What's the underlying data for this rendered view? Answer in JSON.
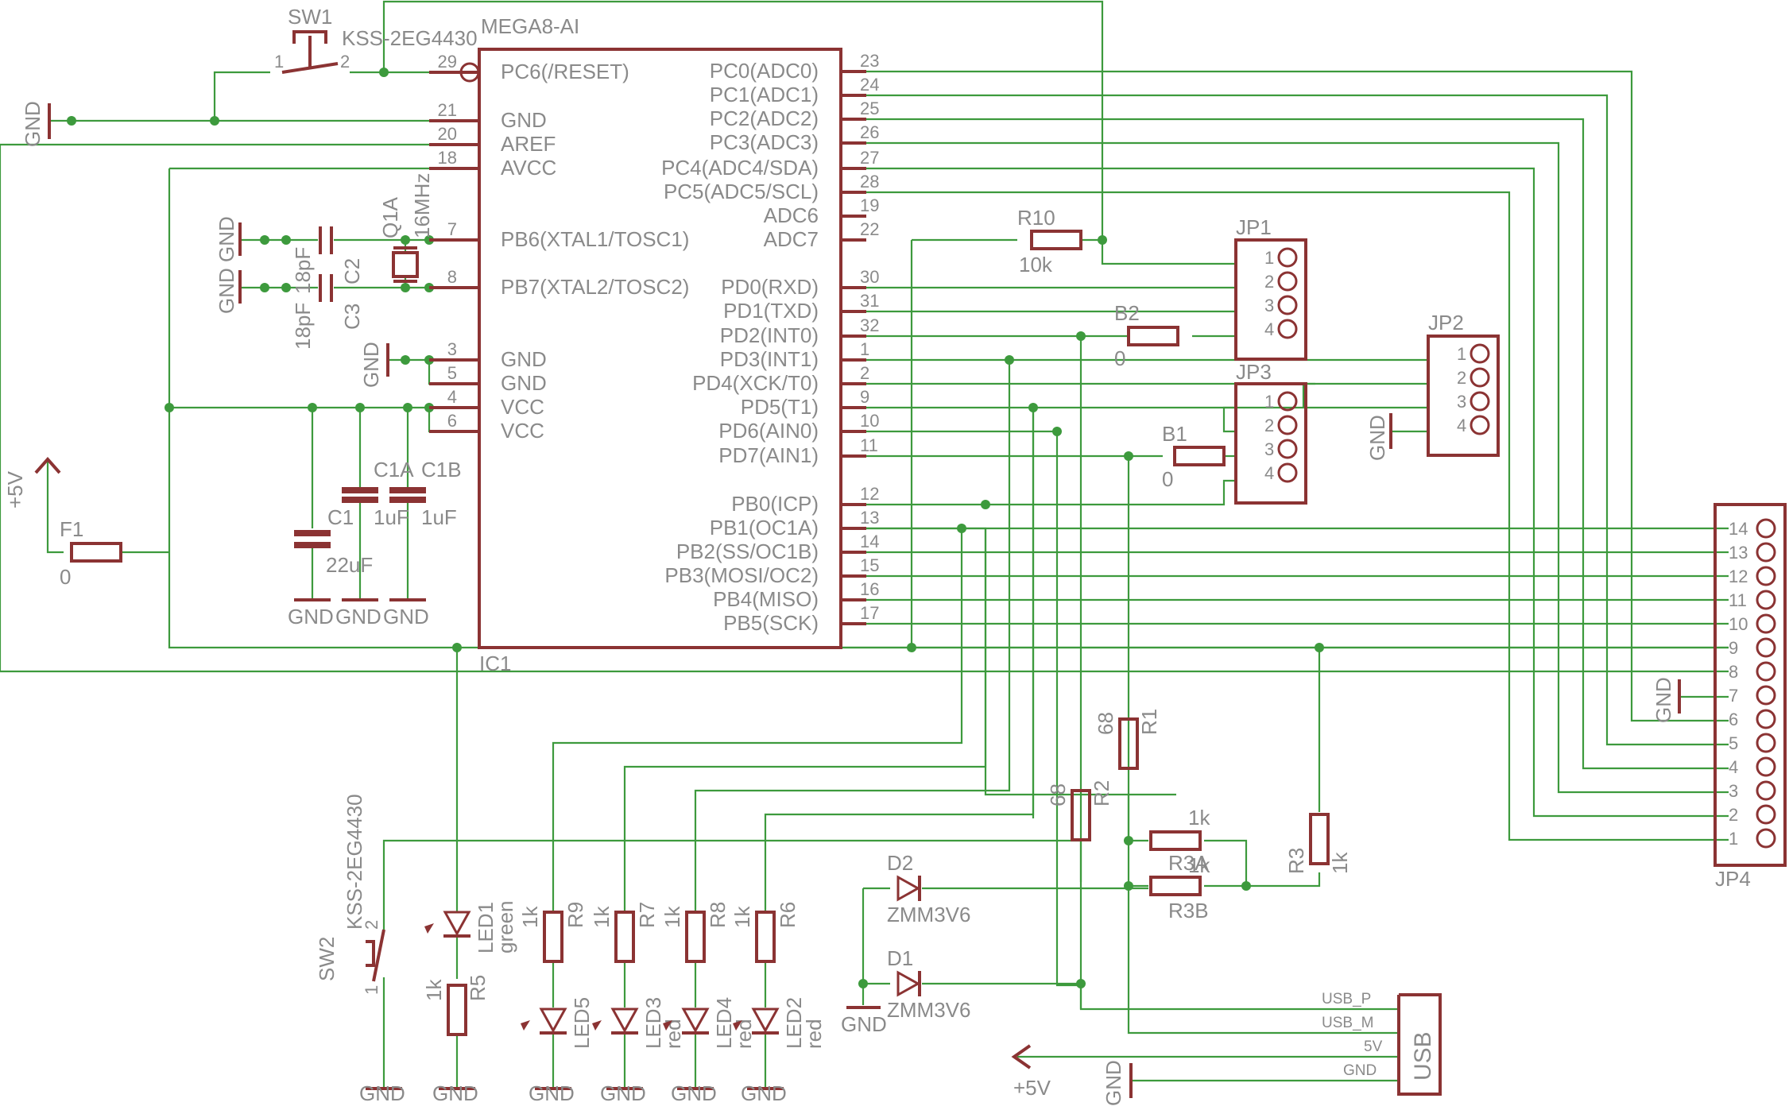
{
  "ic": {
    "name": "MEGA8-AI",
    "ref": "IC1",
    "left_pins": [
      {
        "num": "29",
        "label": "PC6(/RESET)"
      },
      {
        "num": "21",
        "label": "GND"
      },
      {
        "num": "20",
        "label": "AREF"
      },
      {
        "num": "18",
        "label": "AVCC"
      },
      {
        "num": "7",
        "label": "PB6(XTAL1/TOSC1)"
      },
      {
        "num": "8",
        "label": "PB7(XTAL2/TOSC2)"
      },
      {
        "num": "3",
        "label": "GND"
      },
      {
        "num": "5",
        "label": "GND"
      },
      {
        "num": "4",
        "label": "VCC"
      },
      {
        "num": "6",
        "label": "VCC"
      }
    ],
    "right_pins": [
      {
        "num": "23",
        "label": "PC0(ADC0)"
      },
      {
        "num": "24",
        "label": "PC1(ADC1)"
      },
      {
        "num": "25",
        "label": "PC2(ADC2)"
      },
      {
        "num": "26",
        "label": "PC3(ADC3)"
      },
      {
        "num": "27",
        "label": "PC4(ADC4/SDA)"
      },
      {
        "num": "28",
        "label": "PC5(ADC5/SCL)"
      },
      {
        "num": "19",
        "label": "ADC6"
      },
      {
        "num": "22",
        "label": "ADC7"
      },
      {
        "num": "30",
        "label": "PD0(RXD)"
      },
      {
        "num": "31",
        "label": "PD1(TXD)"
      },
      {
        "num": "32",
        "label": "PD2(INT0)"
      },
      {
        "num": "1",
        "label": "PD3(INT1)"
      },
      {
        "num": "2",
        "label": "PD4(XCK/T0)"
      },
      {
        "num": "9",
        "label": "PD5(T1)"
      },
      {
        "num": "10",
        "label": "PD6(AIN0)"
      },
      {
        "num": "11",
        "label": "PD7(AIN1)"
      },
      {
        "num": "12",
        "label": "PB0(ICP)"
      },
      {
        "num": "13",
        "label": "PB1(OC1A)"
      },
      {
        "num": "14",
        "label": "PB2(SS/OC1B)"
      },
      {
        "num": "15",
        "label": "PB3(MOSI/OC2)"
      },
      {
        "num": "16",
        "label": "PB4(MISO)"
      },
      {
        "num": "17",
        "label": "PB5(SCK)"
      }
    ]
  },
  "labels": {
    "gnd": "GND",
    "plus5v": "+5V",
    "usb": "USB",
    "sw1": "SW1",
    "sw1_part": "KSS-2EG4430",
    "sw_pin1": "1",
    "sw_pin2": "2",
    "sw2": "SW2",
    "sw2_part": "KSS-2EG4430",
    "q1a": "Q1A",
    "q1a_val": "16MHz",
    "c2": "C2",
    "c3": "C3",
    "cap18": "18pF",
    "c1": "C1",
    "c1_val": "22uF",
    "c1a": "C1A",
    "c1b": "C1B",
    "cap1u": "1uF",
    "f1": "F1",
    "zero": "0",
    "r10": "R10",
    "r10_val": "10k",
    "b1": "B1",
    "b2": "B2",
    "jp1": "JP1",
    "jp2": "JP2",
    "jp3": "JP3",
    "jp4": "JP4",
    "r1": "R1",
    "r2": "R2",
    "r3": "R3",
    "r3a": "R3A",
    "r3b": "R3B",
    "v68": "68",
    "v1k": "1k",
    "d1": "D1",
    "d2": "D2",
    "zener": "ZMM3V6",
    "led1": "LED1",
    "green": "green",
    "red": "red",
    "led2": "LED2",
    "led3": "LED3",
    "led4": "LED4",
    "led5": "LED5",
    "r5": "R5",
    "r6": "R6",
    "r7": "R7",
    "r8": "R8",
    "r9": "R9",
    "usb_p": "USB_P",
    "usb_m": "USB_M",
    "usb_5v": "5V",
    "usb_gnd": "GND"
  },
  "headers": {
    "jp_pins_4": [
      "1",
      "2",
      "3",
      "4"
    ],
    "jp4_pins": [
      "14",
      "13",
      "12",
      "11",
      "10",
      "9",
      "8",
      "7",
      "6",
      "5",
      "4",
      "3",
      "2",
      "1"
    ]
  },
  "colors": {
    "wire": "#3d9a3d",
    "part": "#8b3333",
    "text": "#8a8a8a"
  }
}
